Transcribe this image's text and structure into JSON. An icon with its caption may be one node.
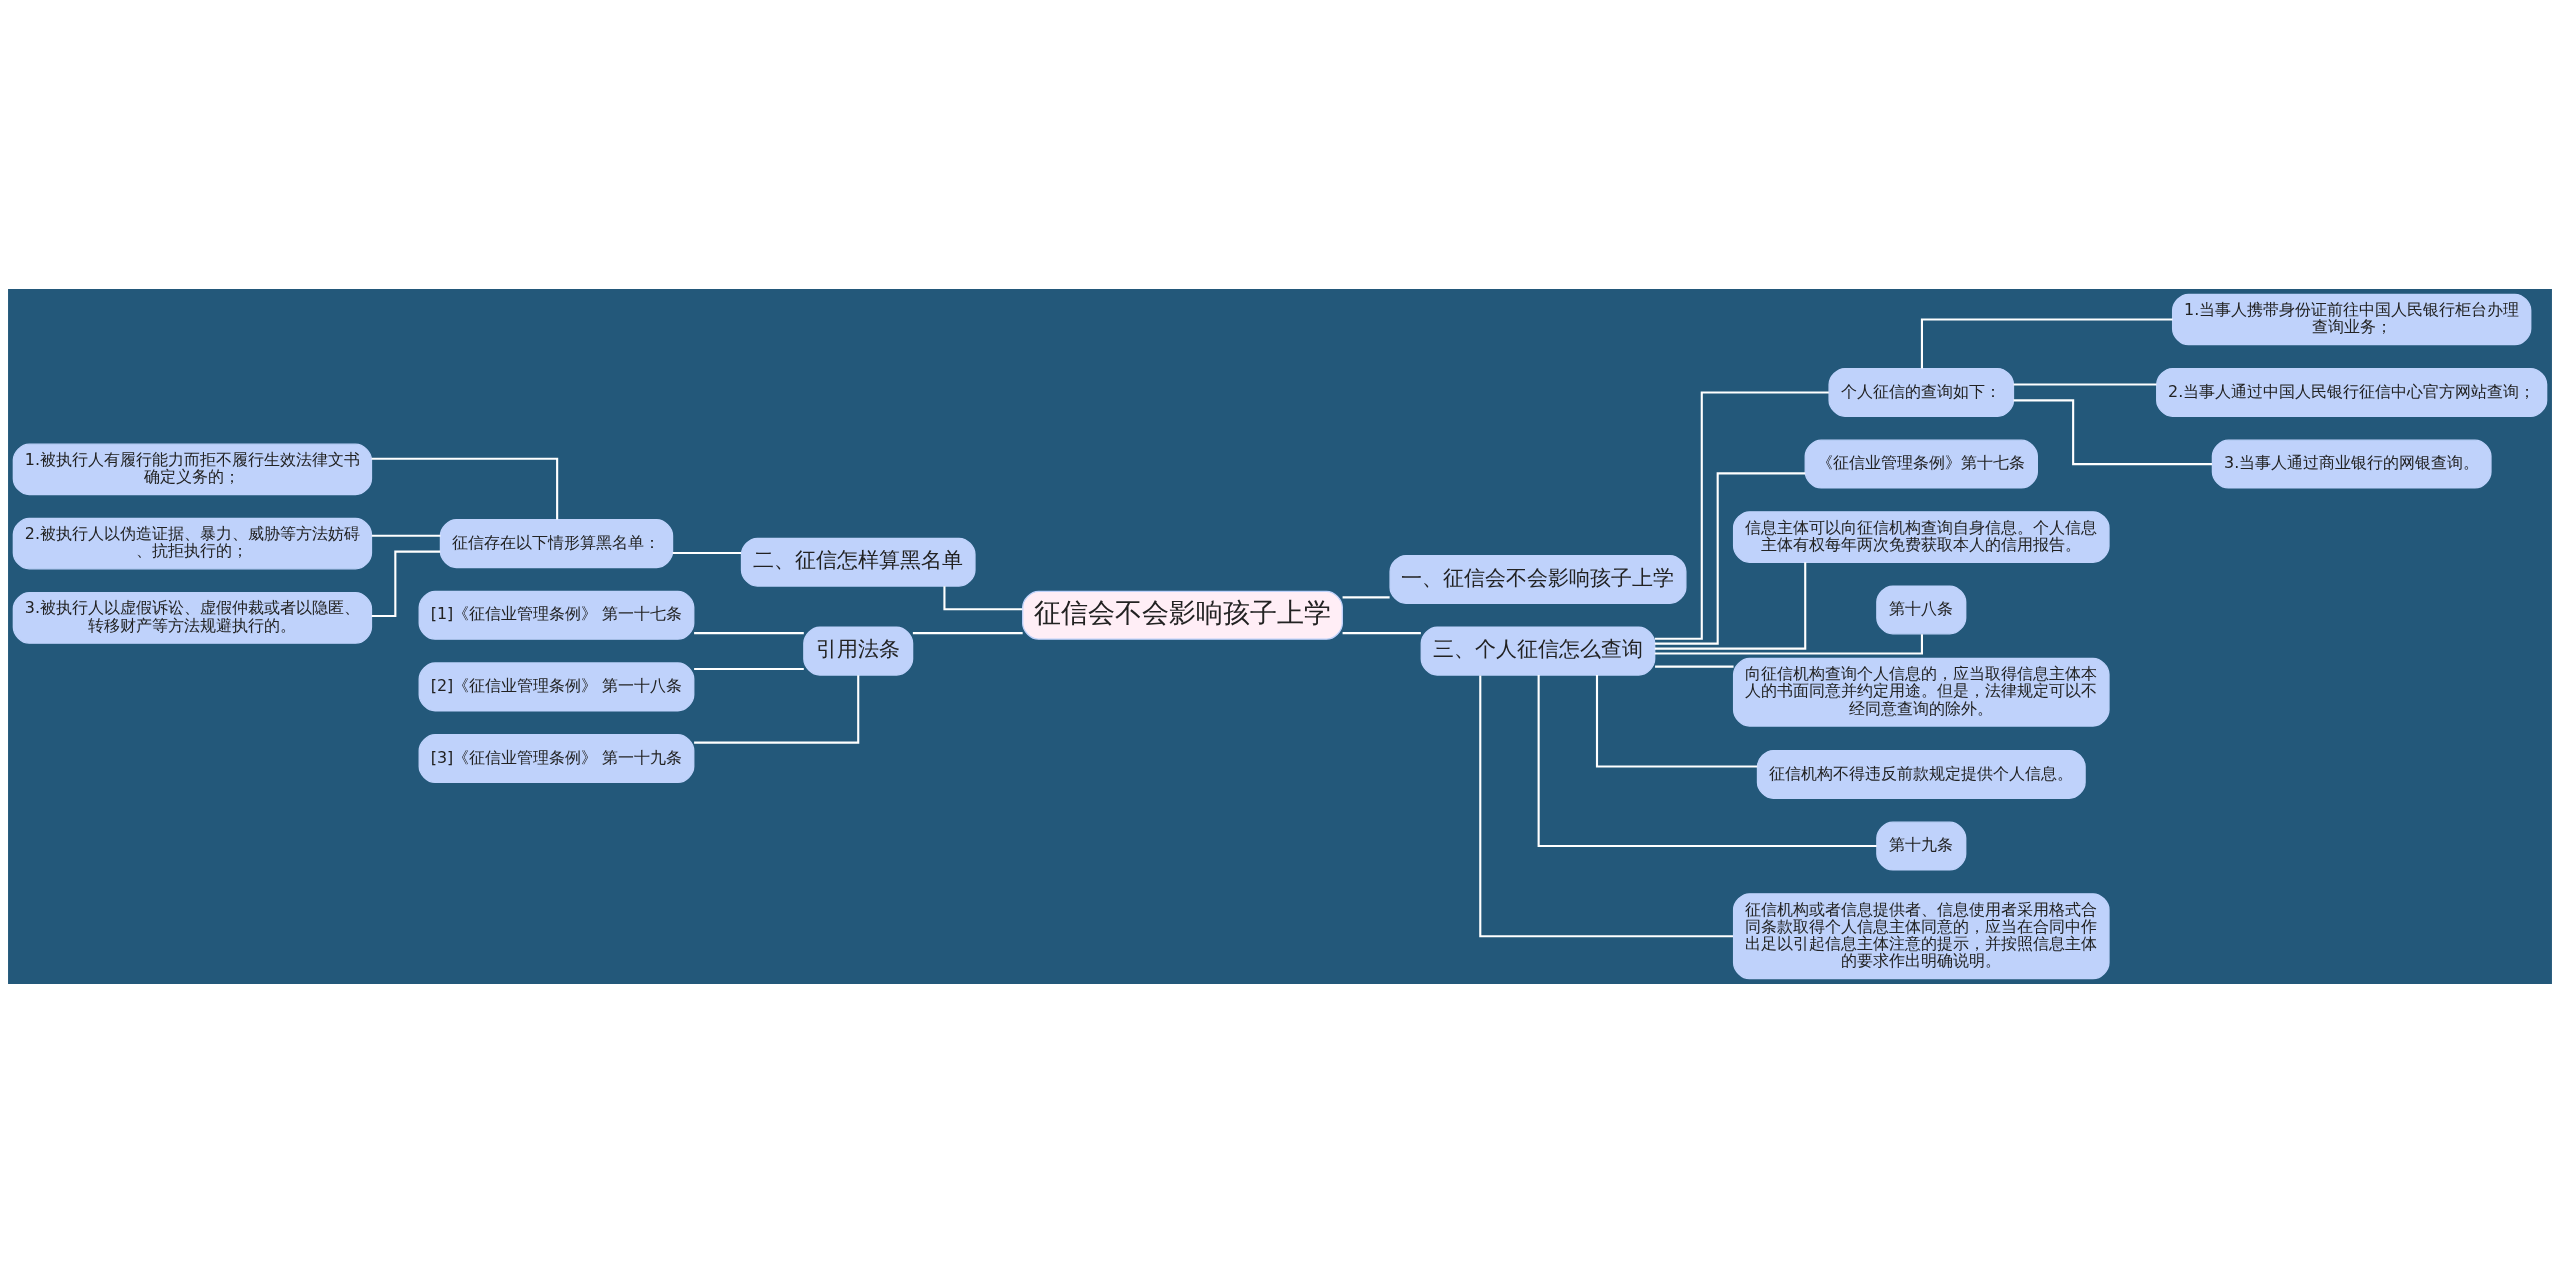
{
  "diagram": {
    "nodes": [
      {
        "text": [
          "征信会不会影响孩子上学"
        ]
      },
      {
        "text": [
          "二、征信怎样算黑名单"
        ]
      },
      {
        "text": [
          "征信存在以下情形算黑名单："
        ]
      },
      {
        "text": [
          "1.被执行人有履行能力而拒不履行生效法律文书确定义务的；"
        ]
      },
      {
        "text": [
          "2.被执行人以伪造证据、暴力、威胁等方法妨碍、抗拒执行的；"
        ]
      },
      {
        "text": [
          "3.被执行人以虚假诉讼、虚假仲裁或者以隐匿、转移财产等方法规避执行的。"
        ]
      },
      {
        "text": [
          "引用法条"
        ]
      },
      {
        "text": [
          "[1]《征信业管理条例》 第一十七条"
        ]
      },
      {
        "text": [
          "[2]《征信业管理条例》 第一十八条"
        ]
      },
      {
        "text": [
          "[3]《征信业管理条例》 第一十九条"
        ]
      },
      {
        "text": [
          "一、征信会不会影响孩子上学"
        ]
      },
      {
        "text": [
          "三、个人征信怎么查询"
        ]
      },
      {
        "text": [
          "个人征信的查询如下："
        ]
      },
      {
        "text": [
          "1.当事人携带身份证前往中国人民银行柜台办理查询业务；"
        ]
      },
      {
        "text": [
          "2.当事人通过中国人民银行征信中心官方网站查询；"
        ]
      },
      {
        "text": [
          "3.当事人通过商业银行的网银查询。"
        ]
      },
      {
        "text": [
          "《征信业管理条例》第十七条"
        ]
      },
      {
        "text": [
          "信息主体可以向征信机构查询自身信息。个人信息主体有权每年两次免费获取本人的信用报告。"
        ]
      },
      {
        "text": [
          "第十八条"
        ]
      },
      {
        "text": [
          "向征信机构查询个人信息的，应当取得信息主体本人的书面同意并约定用途。但是，法律规定可以不经同意查询的除外。"
        ]
      },
      {
        "text": [
          "征信机构不得违反前款规定提供个人信息。"
        ]
      },
      {
        "text": [
          "第十九条"
        ]
      },
      {
        "text": [
          "征信机构或者信息提供者、信息使用者采用格式合同条款取得个人信息主体同意的，应当在合同中作出足以引起信息主体注意的提示，并按照信息主体的要求作出明确说明。"
        ]
      }
    ],
    "edges": [
      {
        "from": 0,
        "to": 1,
        "arrow": "none"
      },
      {
        "from": 1,
        "to": 2,
        "arrow": "none"
      },
      {
        "from": 2,
        "to": 3,
        "arrow": "none"
      },
      {
        "from": 2,
        "to": 4,
        "arrow": "none"
      },
      {
        "from": 2,
        "to": 5,
        "arrow": "none"
      },
      {
        "from": 0,
        "to": 6,
        "arrow": "none"
      },
      {
        "from": 6,
        "to": 7,
        "arrow": "none"
      },
      {
        "from": 6,
        "to": 8,
        "arrow": "none"
      },
      {
        "from": 6,
        "to": 9,
        "arrow": "none"
      },
      {
        "from": 0,
        "to": 10,
        "arrow": "none"
      },
      {
        "from": 0,
        "to": 11,
        "arrow": "none"
      },
      {
        "from": 11,
        "to": 12,
        "arrow": "none"
      },
      {
        "from": 12,
        "to": 13,
        "arrow": "none"
      },
      {
        "from": 12,
        "to": 14,
        "arrow": "none"
      },
      {
        "from": 12,
        "to": 15,
        "arrow": "none"
      },
      {
        "from": 11,
        "to": 16,
        "arrow": "none"
      },
      {
        "from": 11,
        "to": 17,
        "arrow": "none"
      },
      {
        "from": 11,
        "to": 18,
        "arrow": "none"
      },
      {
        "from": 11,
        "to": 19,
        "arrow": "none"
      },
      {
        "from": 11,
        "to": 20,
        "arrow": "none"
      },
      {
        "from": 11,
        "to": 21,
        "arrow": "none"
      },
      {
        "from": 11,
        "to": 22,
        "arrow": "none"
      }
    ]
  }
}
